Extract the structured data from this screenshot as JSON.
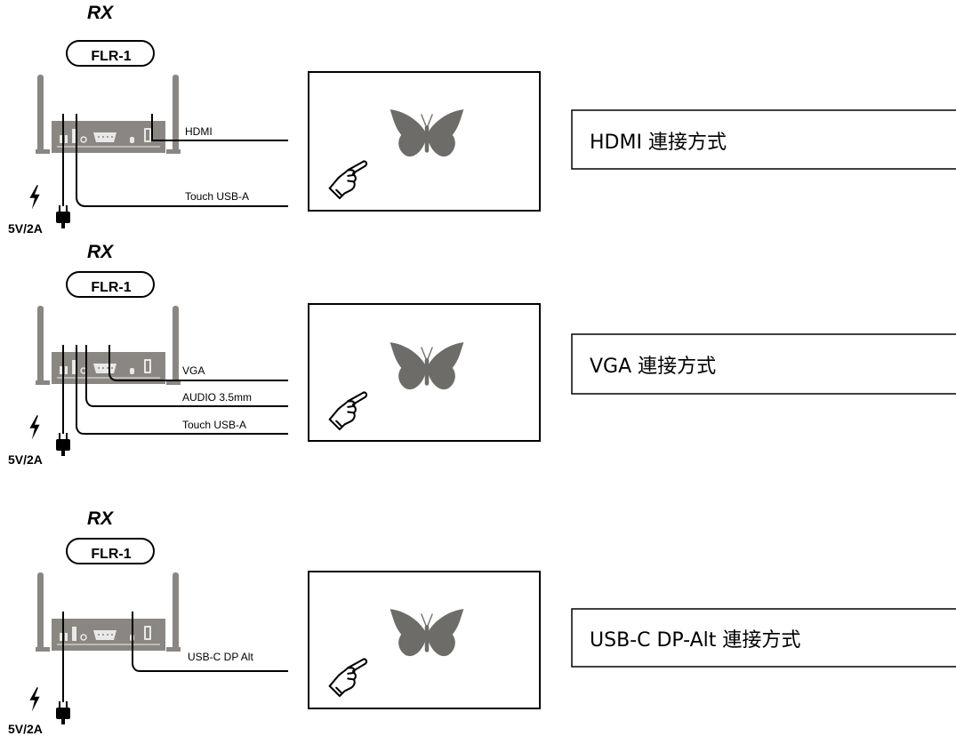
{
  "colors": {
    "line": "#000000",
    "device": "#8a8783",
    "port": "#cfcfcf",
    "butterfly": "#6e6c69",
    "hand": "#000000"
  },
  "sections": [
    {
      "rx": "RX",
      "model": "FLR-1",
      "cables": [
        "HDMI",
        "Touch USB-A"
      ],
      "power": "5V/2A",
      "method_label": "HDMI  連接方式",
      "icons": [
        "butterfly-icon",
        "pointing-hand-icon",
        "lightning-icon",
        "plug-icon"
      ]
    },
    {
      "rx": "RX",
      "model": "FLR-1",
      "cables": [
        "VGA",
        "AUDIO 3.5mm",
        "Touch USB-A"
      ],
      "power": "5V/2A",
      "method_label": "VGA  連接方式",
      "icons": [
        "butterfly-icon",
        "pointing-hand-icon",
        "lightning-icon",
        "plug-icon"
      ]
    },
    {
      "rx": "RX",
      "model": "FLR-1",
      "cables": [
        "USB-C DP Alt"
      ],
      "power": "5V/2A",
      "method_label": "USB-C DP-Alt  連接方式",
      "icons": [
        "butterfly-icon",
        "pointing-hand-icon",
        "lightning-icon",
        "plug-icon"
      ]
    }
  ]
}
